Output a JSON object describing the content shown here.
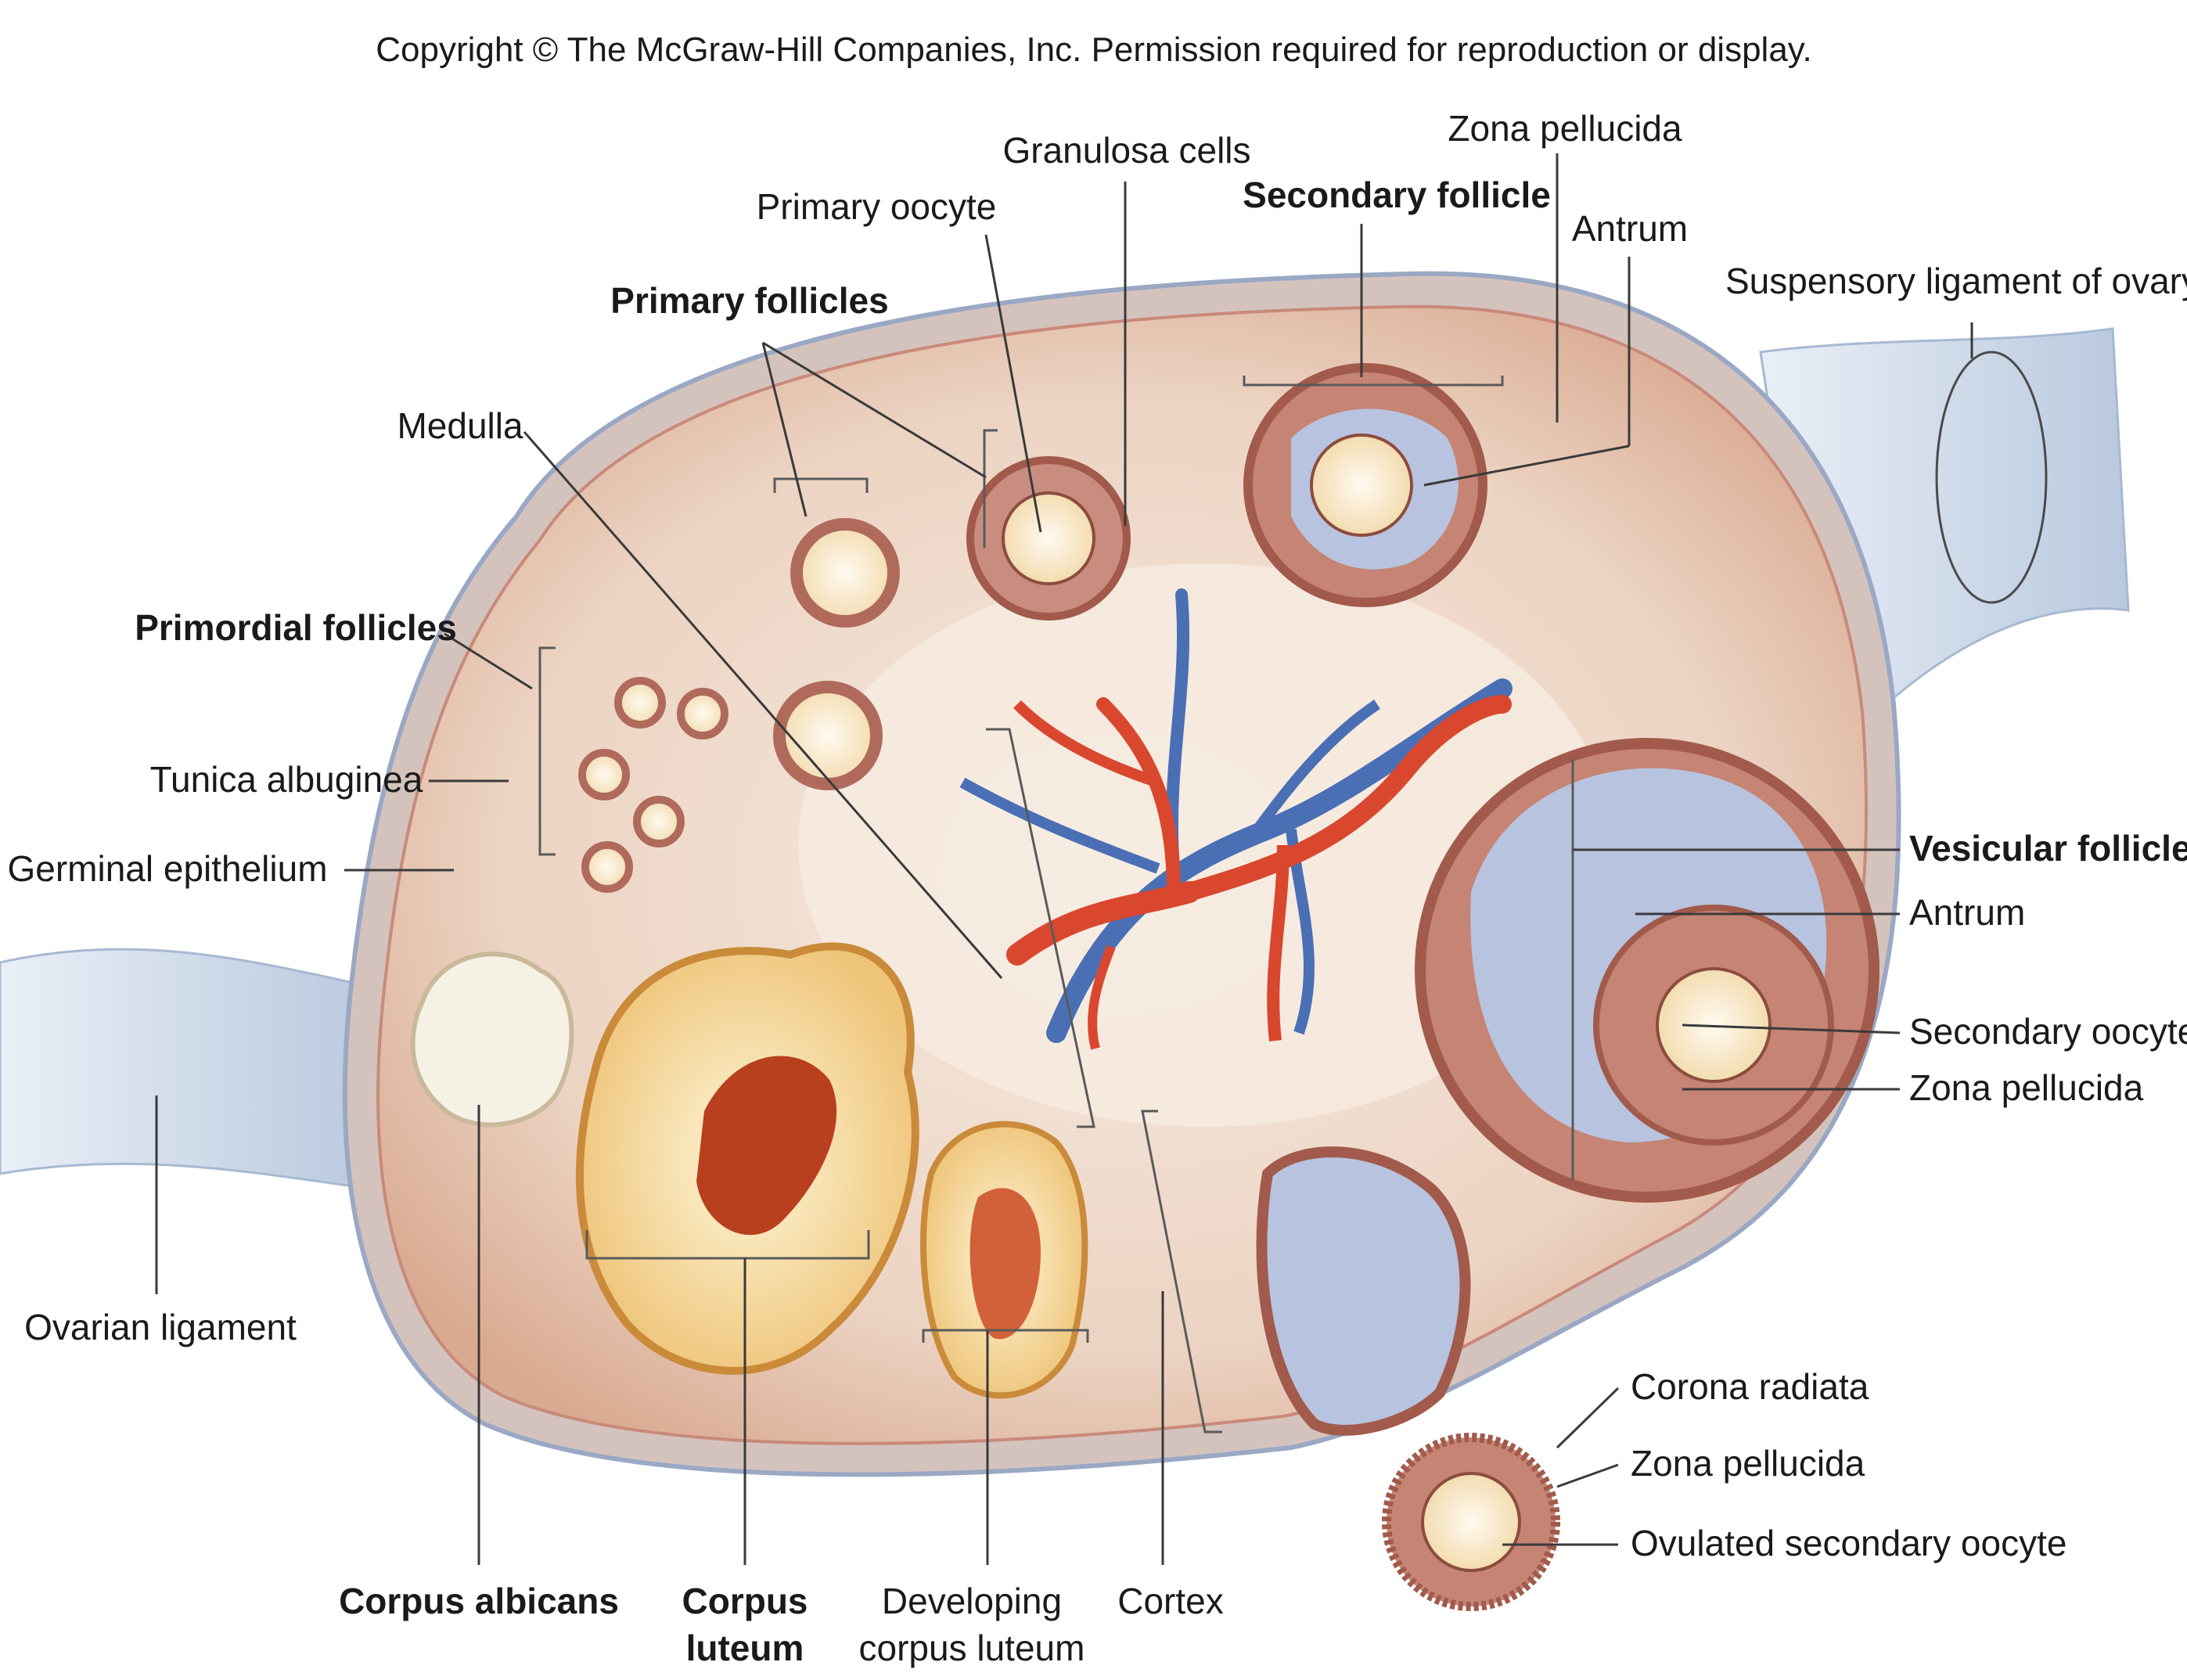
{
  "copyright": "Copyright © The McGraw-Hill Companies, Inc. Permission required for reproduction or display.",
  "labels": {
    "granulosa_cells": "Granulosa cells",
    "zona_pellucida_top": "Zona pellucida",
    "primary_oocyte": "Primary oocyte",
    "secondary_follicle": "Secondary follicle",
    "antrum_top": "Antrum",
    "primary_follicles": "Primary follicles",
    "suspensory_ligament": "Suspensory ligament of ovary",
    "medulla": "Medulla",
    "primordial_follicles": "Primordial follicles",
    "tunica_albuginea": "Tunica albuginea",
    "germinal_epithelium": "Germinal epithelium",
    "vesicular_follicle": "Vesicular follicle",
    "antrum_right": "Antrum",
    "secondary_oocyte": "Secondary oocyte",
    "zona_pellucida_right": "Zona pellucida",
    "ovarian_ligament": "Ovarian ligament",
    "corona_radiata": "Corona radiata",
    "zona_pellucida_bottom": "Zona pellucida",
    "ovulated_secondary_oocyte": "Ovulated secondary oocyte",
    "corpus_albicans": "Corpus albicans",
    "corpus_luteum_line1": "Corpus",
    "corpus_luteum_line2": "luteum",
    "developing_corpus_luteum_line1": "Developing",
    "developing_corpus_luteum_line2": "corpus luteum",
    "cortex": "Cortex"
  },
  "colors": {
    "ligament": "#c9d6e6",
    "capsule": "#d8c6bb",
    "cortex_fill": "#e8c8b6",
    "medulla_fill": "#f3e3d6",
    "follicle_ring": "#b06a5c",
    "oocyte": "#fbe9c7",
    "antrum": "#b8c3df",
    "artery": "#d9472e",
    "vein": "#4a6fb5",
    "corpus_luteum": "#f2d38a",
    "corpus_center": "#b8401e",
    "corpus_albicans": "#f5f1e4"
  }
}
